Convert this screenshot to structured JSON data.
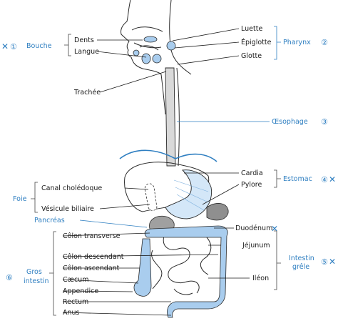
{
  "labels": {
    "bouche": "Bouche",
    "dents": "Dents",
    "langue": "Langue",
    "trachee": "Trachée",
    "luette": "Luette",
    "epiglotte": "Épiglotte",
    "glotte": "Glotte",
    "pharynx": "Pharynx",
    "oesophage": "Œsophage",
    "canal_choledoque": "Canal cholédoque",
    "vesicule_biliaire": "Vésicule biliaire",
    "foie": "Foie",
    "pancreas": "Pancréas",
    "cardia": "Cardia",
    "pylore": "Pylore",
    "estomac": "Estomac",
    "duodenum": "Duodénum",
    "jejunum": "Jéjunum",
    "ileon": "Iléon",
    "intestin_grele_1": "Intestin",
    "intestin_grele_2": "grêle",
    "gros_intestin_1": "Gros",
    "gros_intestin_2": "intestin",
    "colon_transverse": "Côlon transverse",
    "colon_descendant": "Côlon descendant",
    "colon_ascendant": "Côlon ascendant",
    "caecum": "Cæcum",
    "appendice": "Appendice",
    "rectum": "Rectum",
    "anus": "Anus"
  },
  "markers": {
    "n1": "①",
    "n2": "②",
    "n3": "③",
    "n4": "④",
    "n5": "⑤",
    "n6": "⑥",
    "x": "✕"
  },
  "colors": {
    "accent_blue": "#2f7fc1",
    "organ_fill_blue": "#a9cdee",
    "organ_fill_gray": "#8f8f8f",
    "line": "#1a1a1a"
  }
}
